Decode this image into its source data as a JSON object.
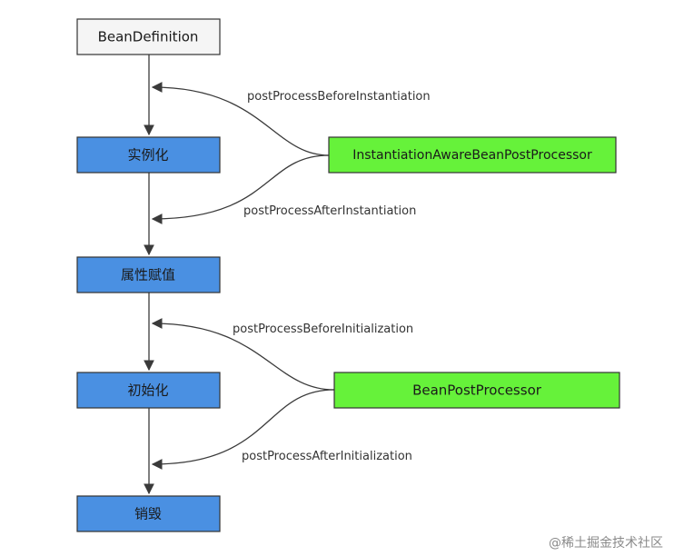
{
  "nodes": {
    "bean_definition": "BeanDefinition",
    "instantiate": "实例化",
    "populate": "属性赋值",
    "initialize": "初始化",
    "destroy": "销毁",
    "iabpp": "InstantiationAwareBeanPostProcessor",
    "bpp": "BeanPostProcessor"
  },
  "edges": {
    "before_instantiation": "postProcessBeforeInstantiation",
    "after_instantiation": "postProcessAfterInstantiation",
    "before_initialization": "postProcessBeforeInitialization",
    "after_initialization": "postProcessAfterInitialization"
  },
  "colors": {
    "bean_definition_fill": "#f5f5f5",
    "lifecycle_fill": "#4a90e2",
    "processor_fill": "#66f23a"
  },
  "watermark": "@稀土掘金技术社区"
}
